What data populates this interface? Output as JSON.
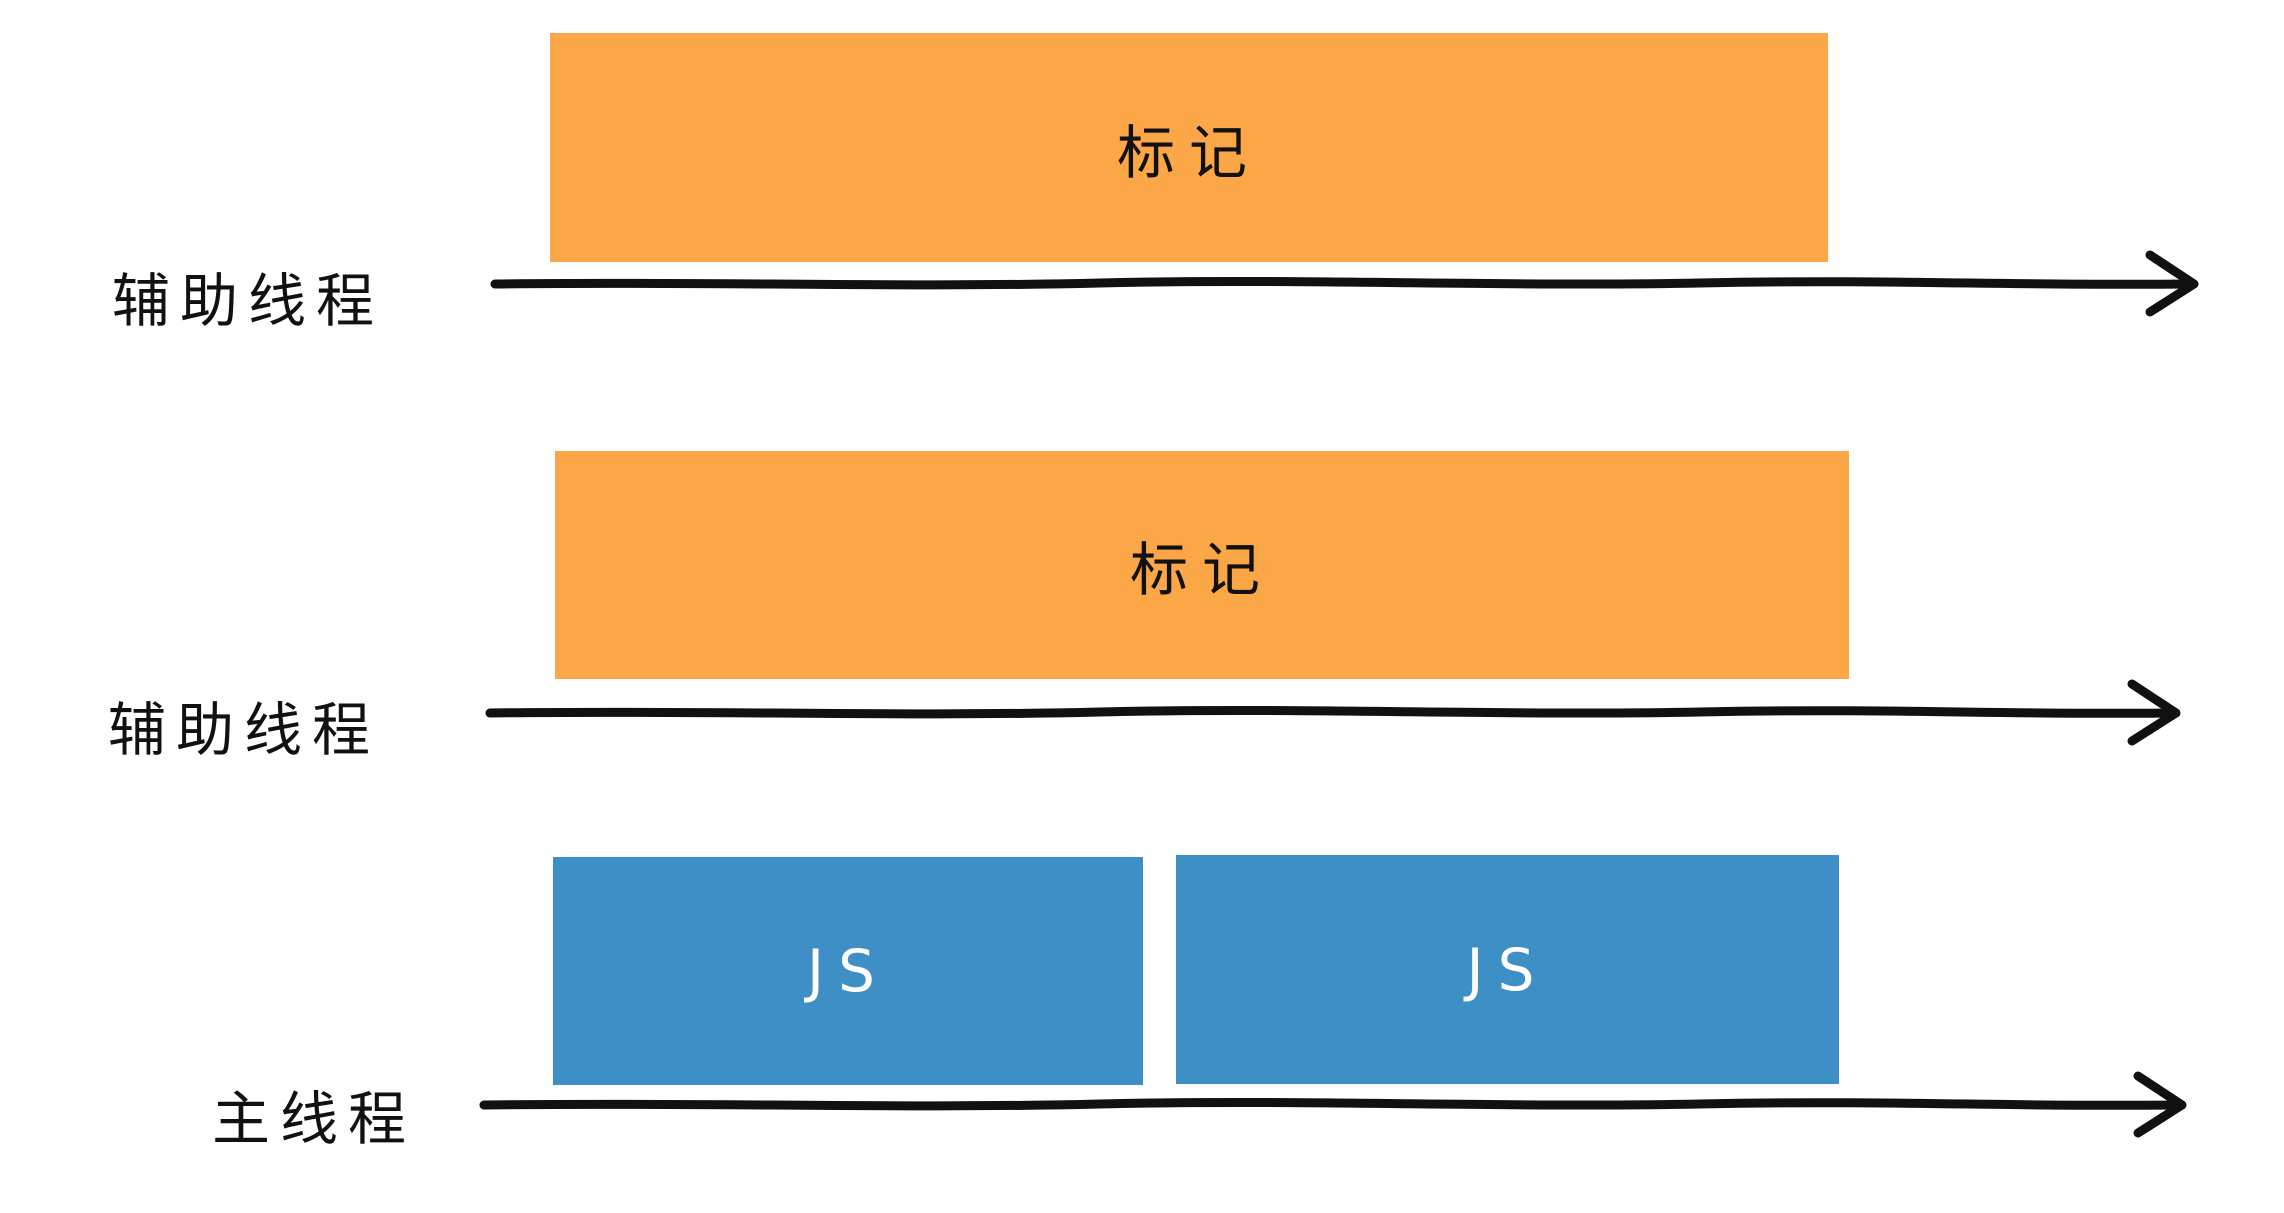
{
  "lanes": [
    {
      "label": "辅助线程",
      "blocks": [
        {
          "label": "标记",
          "kind": "mark"
        }
      ]
    },
    {
      "label": "辅助线程",
      "blocks": [
        {
          "label": "标记",
          "kind": "mark"
        }
      ]
    },
    {
      "label": "主线程",
      "blocks": [
        {
          "label": "JS",
          "kind": "js"
        },
        {
          "label": "JS",
          "kind": "js"
        }
      ]
    }
  ],
  "colors": {
    "mark": "#fca747",
    "js": "#3f8fc7",
    "axis": "#111111"
  }
}
